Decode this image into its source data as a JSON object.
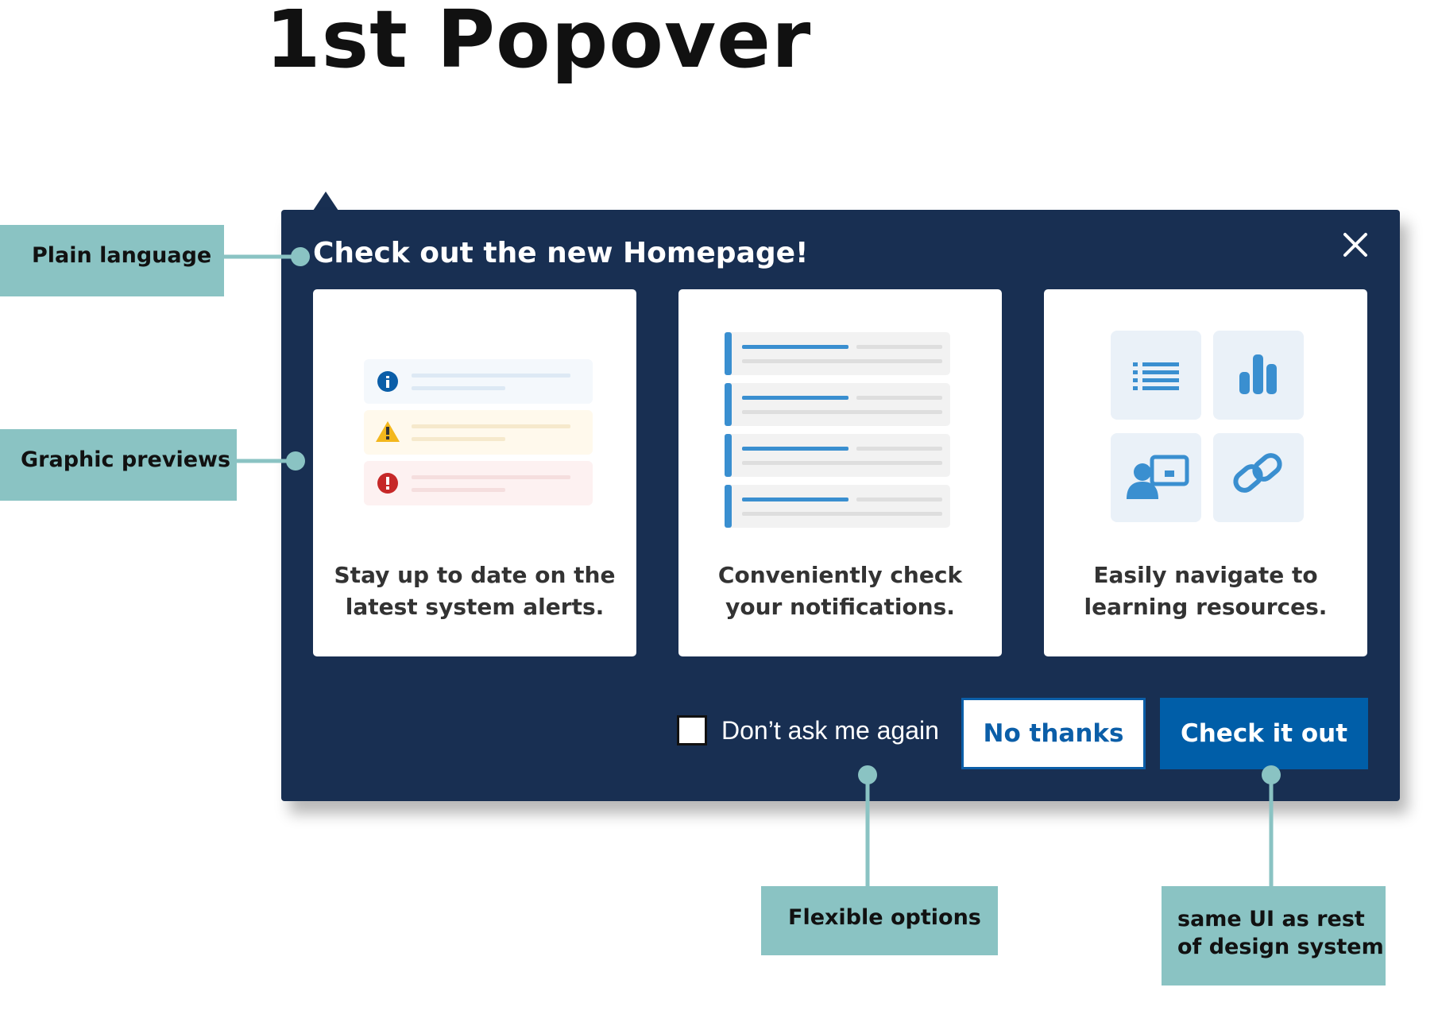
{
  "page": {
    "title": "1st Popover"
  },
  "popover": {
    "heading": "Check out the new Homepage!",
    "close_icon": "close-icon",
    "background_color": "#182f52",
    "cards": [
      {
        "text": "Stay up to date on the\nlatest system alerts.",
        "graphic": "system-alerts-preview"
      },
      {
        "text": "Conveniently check\nyour notifications.",
        "graphic": "notifications-list-preview"
      },
      {
        "text": "Easily navigate to\nlearning resources.",
        "graphic": "learning-resources-preview"
      }
    ],
    "checkbox": {
      "label": "Don’t ask me again",
      "checked": false
    },
    "secondary_button": "No thanks",
    "primary_button": "Check it out",
    "primary_color": "#005ea8"
  },
  "annotations": {
    "color": "#8ac3c3",
    "plain_language": "Plain language",
    "graphic_previews": "Graphic previews",
    "flexible_options": "Flexible options",
    "same_ui": "same UI as rest\nof design system"
  }
}
